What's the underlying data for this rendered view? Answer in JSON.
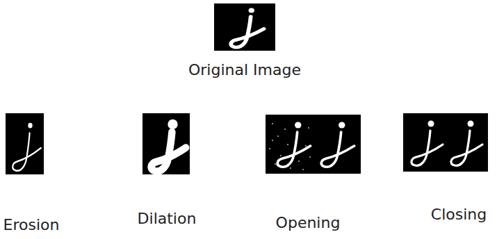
{
  "diagram": {
    "labels": [
      "Original Image",
      "Erosion",
      "Dilation",
      "Opening",
      "Closing"
    ]
  }
}
